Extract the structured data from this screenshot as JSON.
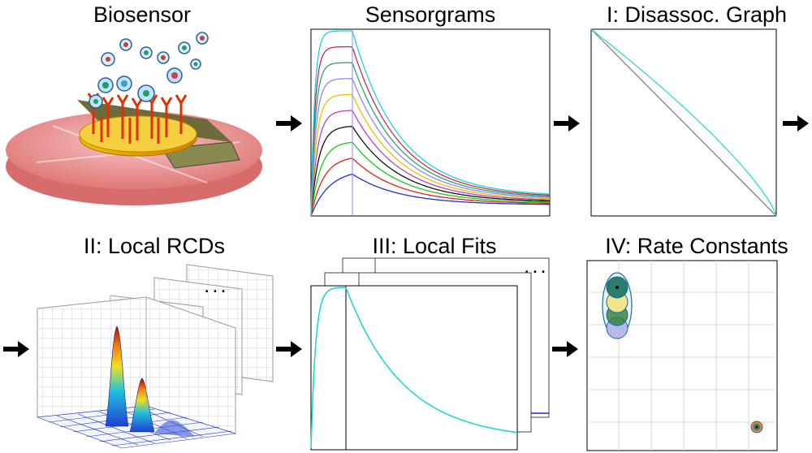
{
  "panels": {
    "biosensor": {
      "title": "Biosensor"
    },
    "sensorgrams": {
      "title": "Sensorgrams"
    },
    "disassoc": {
      "title": "I: Disassoc. Graph"
    },
    "rcds": {
      "title": "II: Local RCDs",
      "ellipsis": ". . ."
    },
    "fits": {
      "title": "III: Local Fits",
      "ellipsis": ". . ."
    },
    "rates": {
      "title": "IV: Rate Constants"
    }
  },
  "colors": {
    "series": [
      "#1f2fd6",
      "#e02020",
      "#18c818",
      "#111111",
      "#c040c0",
      "#e8c000",
      "#8a8aff",
      "#30a070",
      "#c03050",
      "#20d0e0"
    ],
    "fit_curve": "#20d8d0",
    "arrow": "#000000",
    "vertical_line": "#8a8aff"
  },
  "rate_markers": {
    "stack": [
      "#2a7d6a",
      "#f3e48a",
      "#2e7d32",
      "#b8b8f0"
    ],
    "single": "#f08020"
  }
}
